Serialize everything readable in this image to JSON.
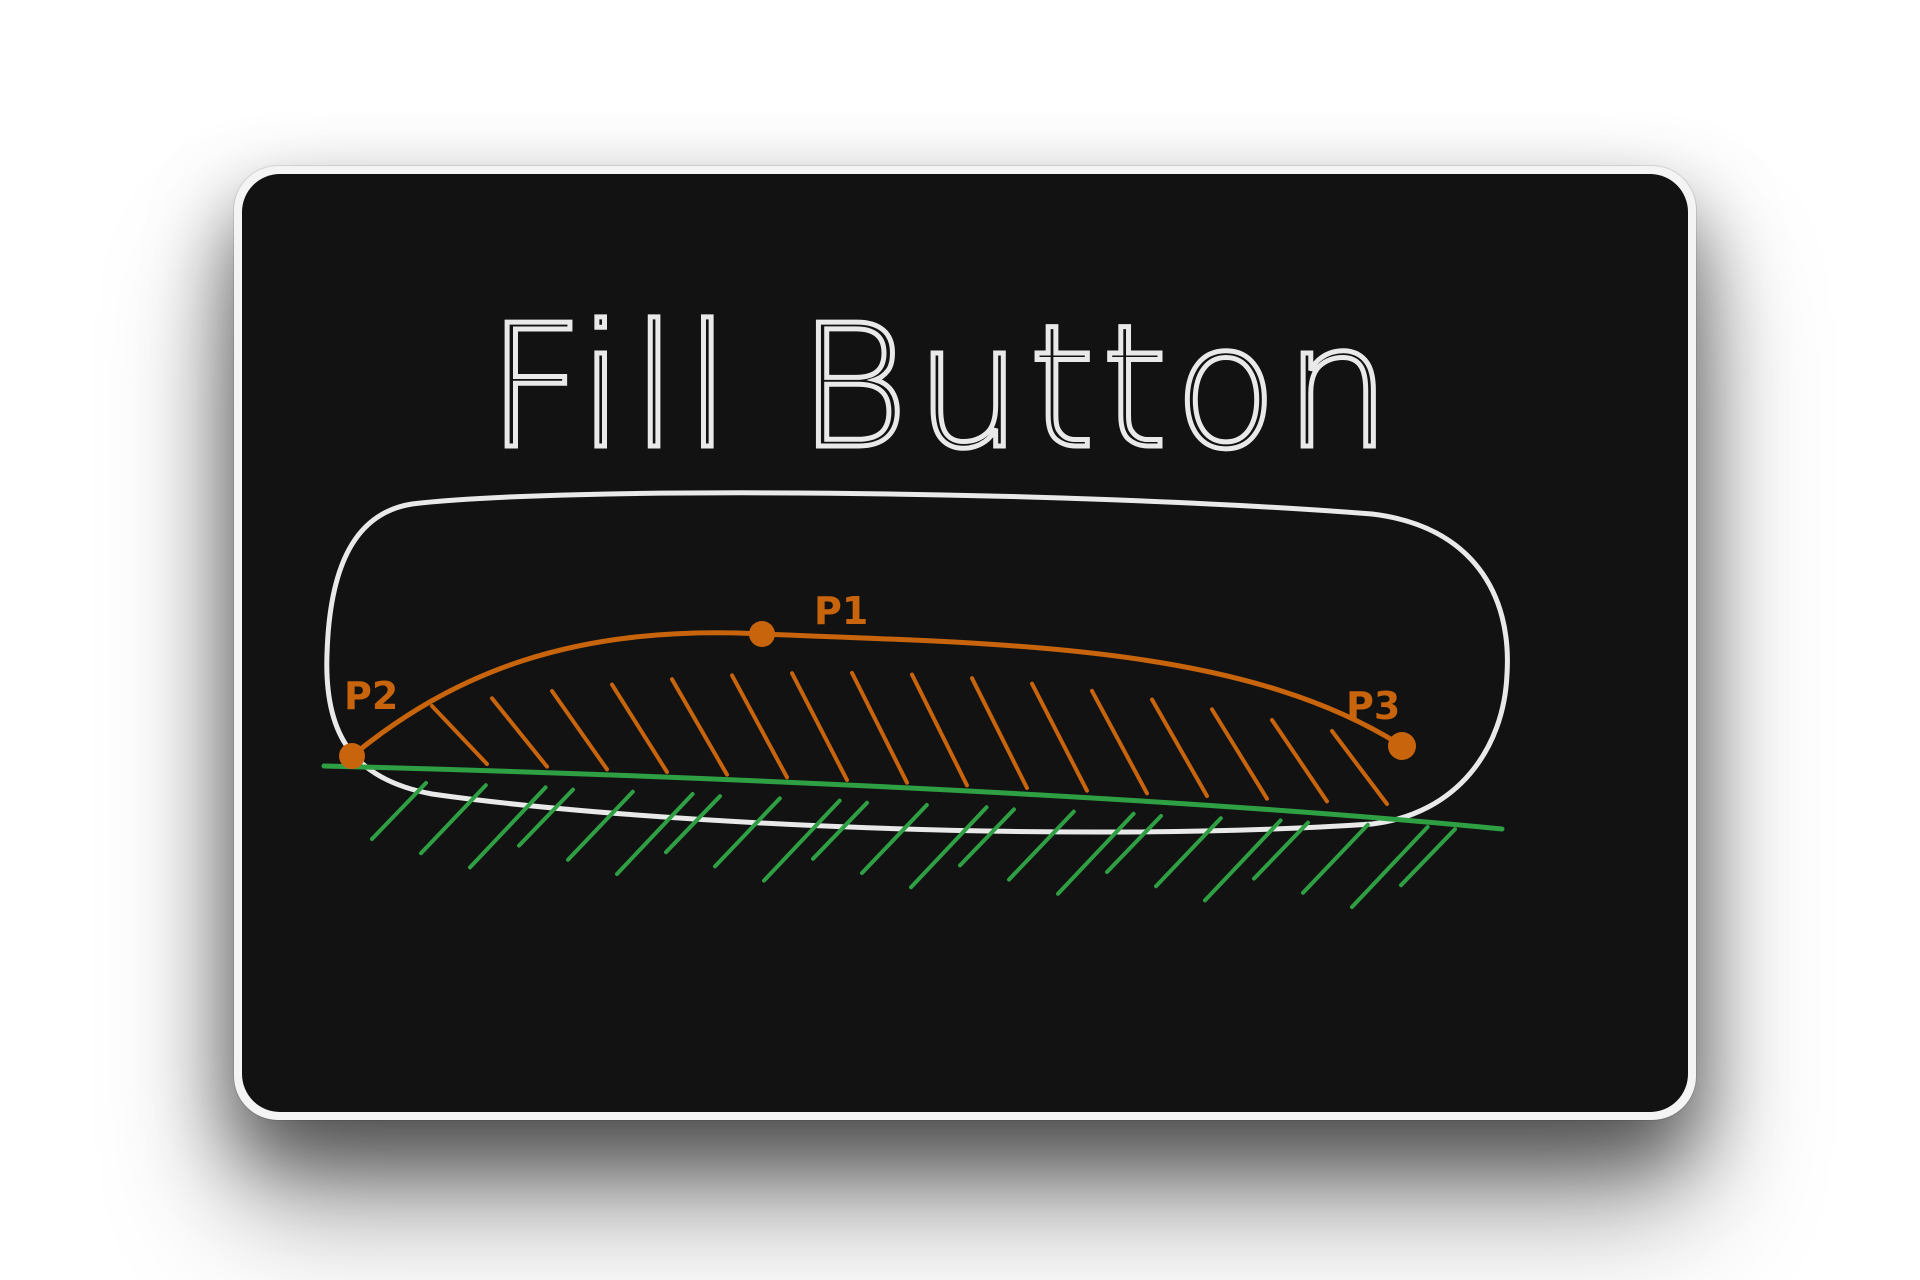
{
  "diagram": {
    "title": "Fill Button",
    "points": [
      {
        "label": "P1"
      },
      {
        "label": "P2"
      },
      {
        "label": "P3"
      }
    ]
  },
  "colors": {
    "background": "#121212",
    "frame": "#f4f4f4",
    "outline": "#e9e9e9",
    "curve": "#c8640c",
    "fill_line": "#2ea043"
  }
}
